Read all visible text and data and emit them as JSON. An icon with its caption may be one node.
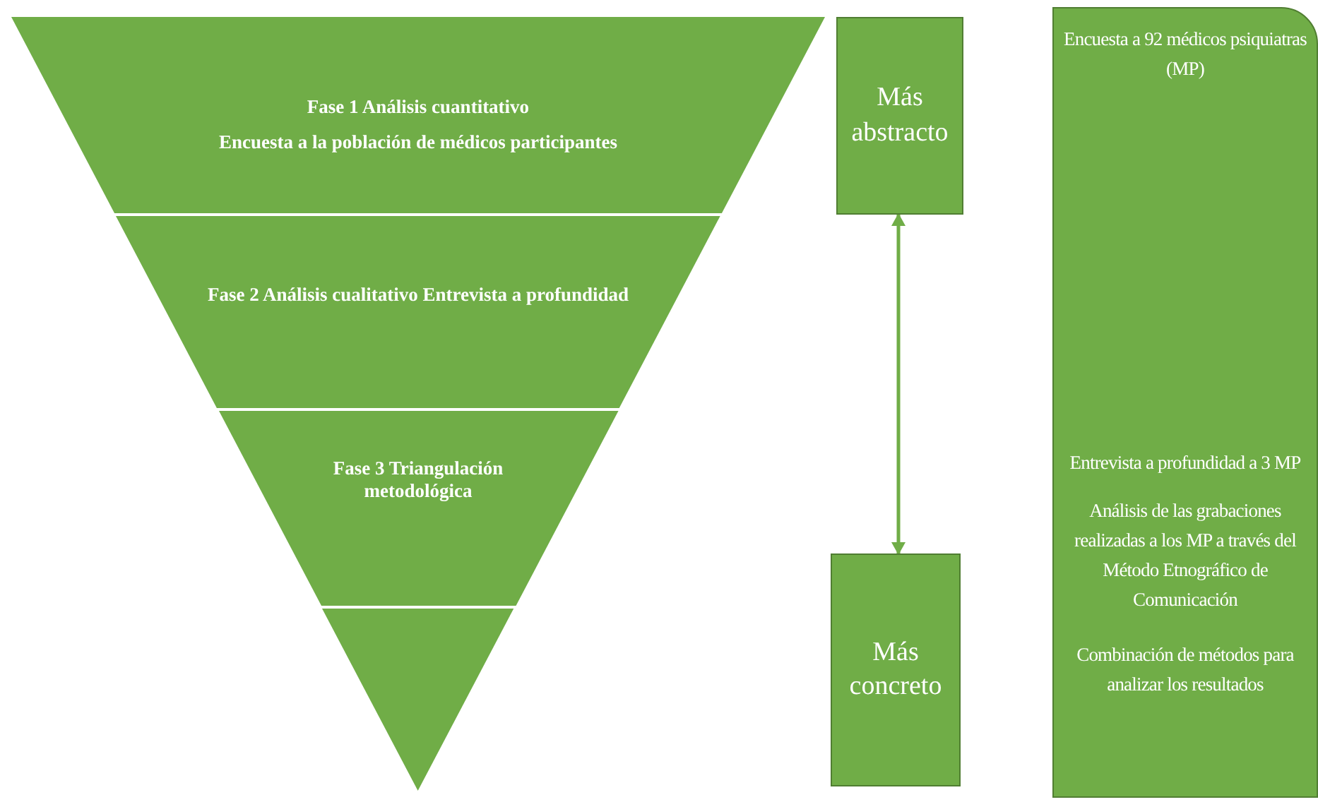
{
  "diagram": {
    "nodes": [
      {
        "text": [
          "Fase 1 Análisis cuantitativo",
          "Encuesta a la población de médicos participantes"
        ]
      },
      {
        "text": [
          "Fase 2 Análisis cualitativo Entrevista a profundidad"
        ]
      },
      {
        "text": [
          "Fase 3 Triangulación metodológica"
        ]
      },
      {
        "text": [],
        "shape": "triangle"
      },
      {
        "text": [
          "Más abstracto"
        ]
      },
      {
        "text": [
          "Más concreto"
        ]
      },
      {
        "text": [
          "Encuesta a 92 médicos psiquiatras (MP)",
          "Entrevista a profundidad a 3 MP",
          "Análisis de las grabaciones realizadas a los MP a través del Método Etnográfico de Comunicación",
          "Combinación de métodos para analizar los resultados"
        ]
      }
    ],
    "edges": [
      {
        "from": 4,
        "to": 5,
        "arrow": "both"
      }
    ]
  }
}
